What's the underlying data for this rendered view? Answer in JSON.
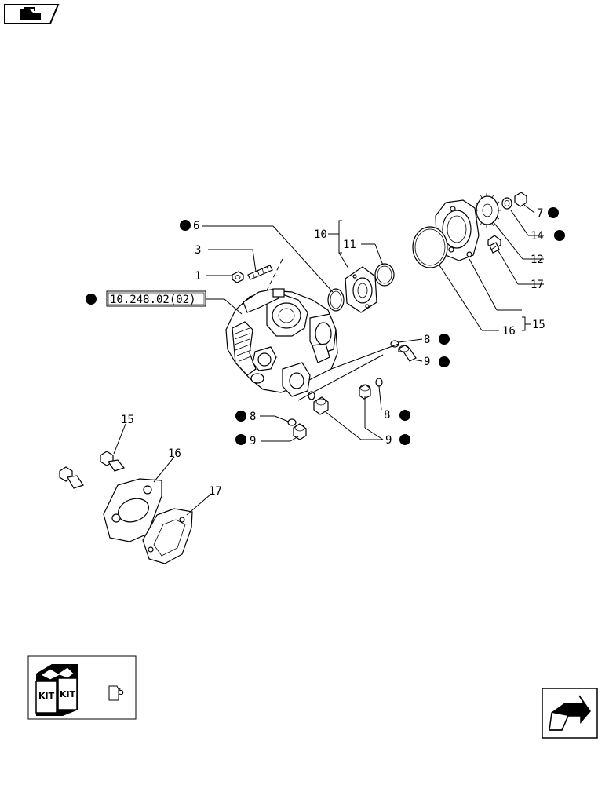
{
  "diagram": {
    "ref_label": "10.248.02(02)",
    "callouts": {
      "c1": "1",
      "c3": "3",
      "c6": "6",
      "c7": "7",
      "c8a": "8",
      "c8b": "8",
      "c8c": "8",
      "c9a": "9",
      "c9b": "9",
      "c9c": "9",
      "c10": "10",
      "c11": "11",
      "c12": "12",
      "c14": "14",
      "c15a": "15",
      "c15b": "15",
      "c16a": "16",
      "c16b": "16",
      "c17a": "17",
      "c17b": "17"
    },
    "kit": {
      "word_left": "KIT",
      "word_right": "KIT",
      "callout": "5"
    }
  },
  "icons": [
    "book-icon",
    "next-page-arrow-icon",
    "kit-box-icon",
    "note-page-icon"
  ]
}
